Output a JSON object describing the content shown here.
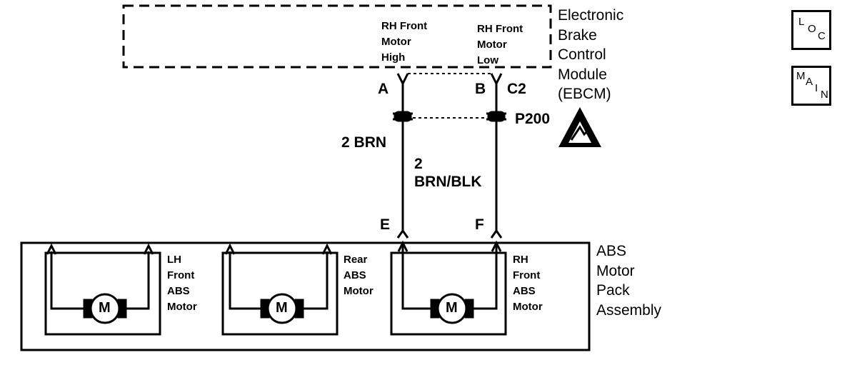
{
  "ebcm": {
    "name": "Electronic\nBrake\nControl\nModule\n(EBCM)",
    "terminal_a_label": "RH Front\nMotor\nHigh",
    "terminal_b_label": "RH Front\nMotor\nLow",
    "pin_a": "A",
    "pin_b": "B",
    "connector": "C2"
  },
  "splice": {
    "name": "P200"
  },
  "wires": {
    "left": {
      "gauge": "2",
      "color": "BRN"
    },
    "right": {
      "gauge": "2",
      "color": "BRN/BLK"
    }
  },
  "motor_pack": {
    "name": "ABS\nMotor\nPack\nAssembly",
    "pin_e": "E",
    "pin_f": "F",
    "motors": [
      {
        "label": "LH\nFront\nABS\nMotor",
        "symbol": "M"
      },
      {
        "label": "Rear\nABS\nMotor",
        "symbol": "M"
      },
      {
        "label": "RH\nFront\nABS\nMotor",
        "symbol": "M"
      }
    ]
  },
  "icons": {
    "loc": {
      "letters": [
        "L",
        "O",
        "C"
      ]
    },
    "main": {
      "letters": [
        "M",
        "A",
        "I",
        "N"
      ]
    },
    "esd": "esd-warning-icon"
  }
}
